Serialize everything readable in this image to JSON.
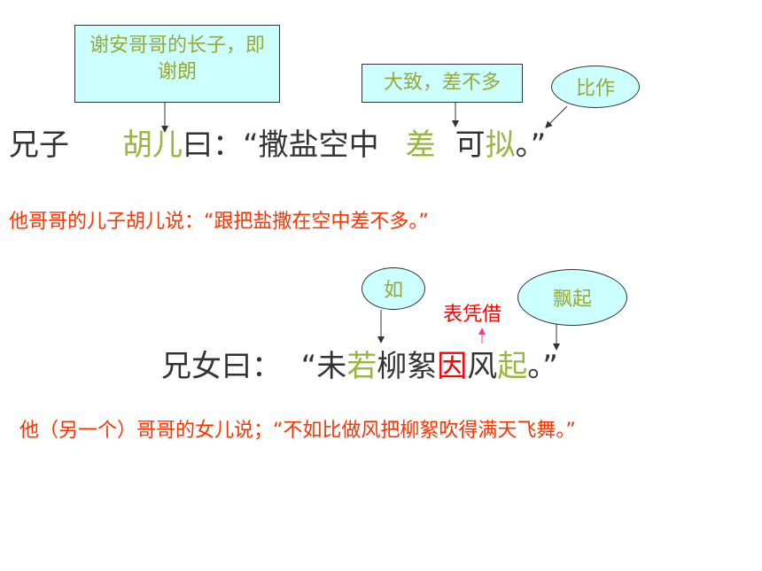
{
  "notes": {
    "xie_lang": "谢安哥哥的长子，即谢朗",
    "da_zhi": "大致，差不多",
    "bi_zuo": "比作",
    "ru": "如",
    "piao_qi": "飘起",
    "biao_ping_jie": "表凭借"
  },
  "line1": {
    "speaker": "兄子",
    "hu": "胡",
    "er": "儿",
    "yue": "曰：“撒盐空中",
    "cha": "差",
    "ke": "可",
    "ni": "拟",
    "end": "。”"
  },
  "translation1": "他哥哥的儿子胡儿说：“跟把盐撒在空中差不多。”",
  "line2": {
    "lead": "兄女曰：  “未",
    "ruo": "若",
    "liu_xu": "柳絮",
    "yin": "因",
    "feng": "风",
    "qi": "起",
    "end": "。”"
  },
  "translation2": "他（另一个）哥哥的女儿说；“不如比做风把柳絮吹得满天飞舞。”",
  "colors": {
    "highlight": "#99b740",
    "note_fill": "#ccffff",
    "note_text": "#99a832",
    "translation": "#ff3300",
    "emphasis": "#ff0000",
    "arrow_pink": "#ff3399"
  }
}
